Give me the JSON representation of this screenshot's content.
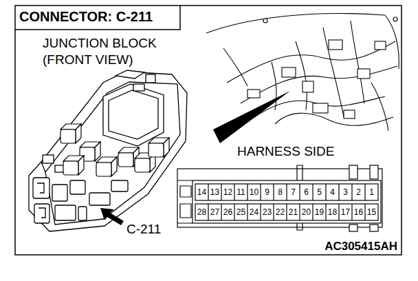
{
  "diagram": {
    "title": "CONNECTOR: C-211",
    "labels": [
      "JUNCTION BLOCK (FRONT VIEW)",
      "HARNESS SIDE",
      "14",
      "13",
      "12",
      "11",
      "10",
      "9",
      "8",
      "7",
      "6",
      "5",
      "4",
      "3",
      "2",
      "1",
      "28",
      "27",
      "26",
      "25",
      "24",
      "23",
      "22",
      "21",
      "20",
      "19",
      "18",
      "17",
      "16",
      "15",
      "C-211",
      "AC305415AH"
    ]
  }
}
